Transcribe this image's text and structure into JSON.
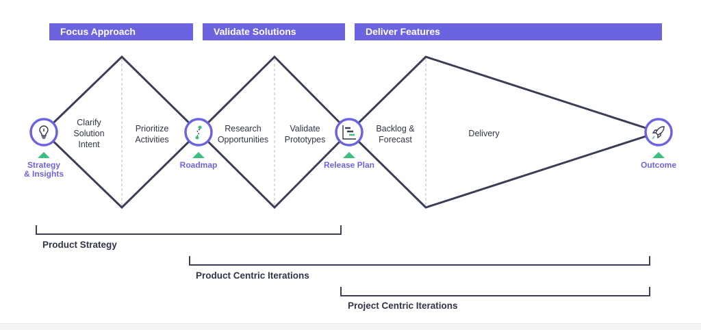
{
  "phases": [
    {
      "label": "Focus Approach"
    },
    {
      "label": "Validate Solutions"
    },
    {
      "label": "Deliver Features"
    }
  ],
  "steps": [
    {
      "label": "Clarify\nSolution\nIntent"
    },
    {
      "label": "Prioritize\nActivities"
    },
    {
      "label": "Research\nOpportunities"
    },
    {
      "label": "Validate\nPrototypes"
    },
    {
      "label": "Backlog &\nForecast"
    },
    {
      "label": "Delivery"
    }
  ],
  "nodes": [
    {
      "label": "Strategy\n& Insights",
      "icon": "lightbulb-icon"
    },
    {
      "label": "Roadmap",
      "icon": "route-icon"
    },
    {
      "label": "Release Plan",
      "icon": "gantt-icon"
    },
    {
      "label": "Outcome",
      "icon": "rocket-icon"
    }
  ],
  "brackets": [
    {
      "label": "Product Strategy"
    },
    {
      "label": "Product Centric Iterations"
    },
    {
      "label": "Project Centric Iterations"
    }
  ],
  "colors": {
    "accent": "#6b63e0",
    "line": "#3a3f57",
    "marker": "#3fbf7f",
    "divider": "#b9b9c8"
  }
}
